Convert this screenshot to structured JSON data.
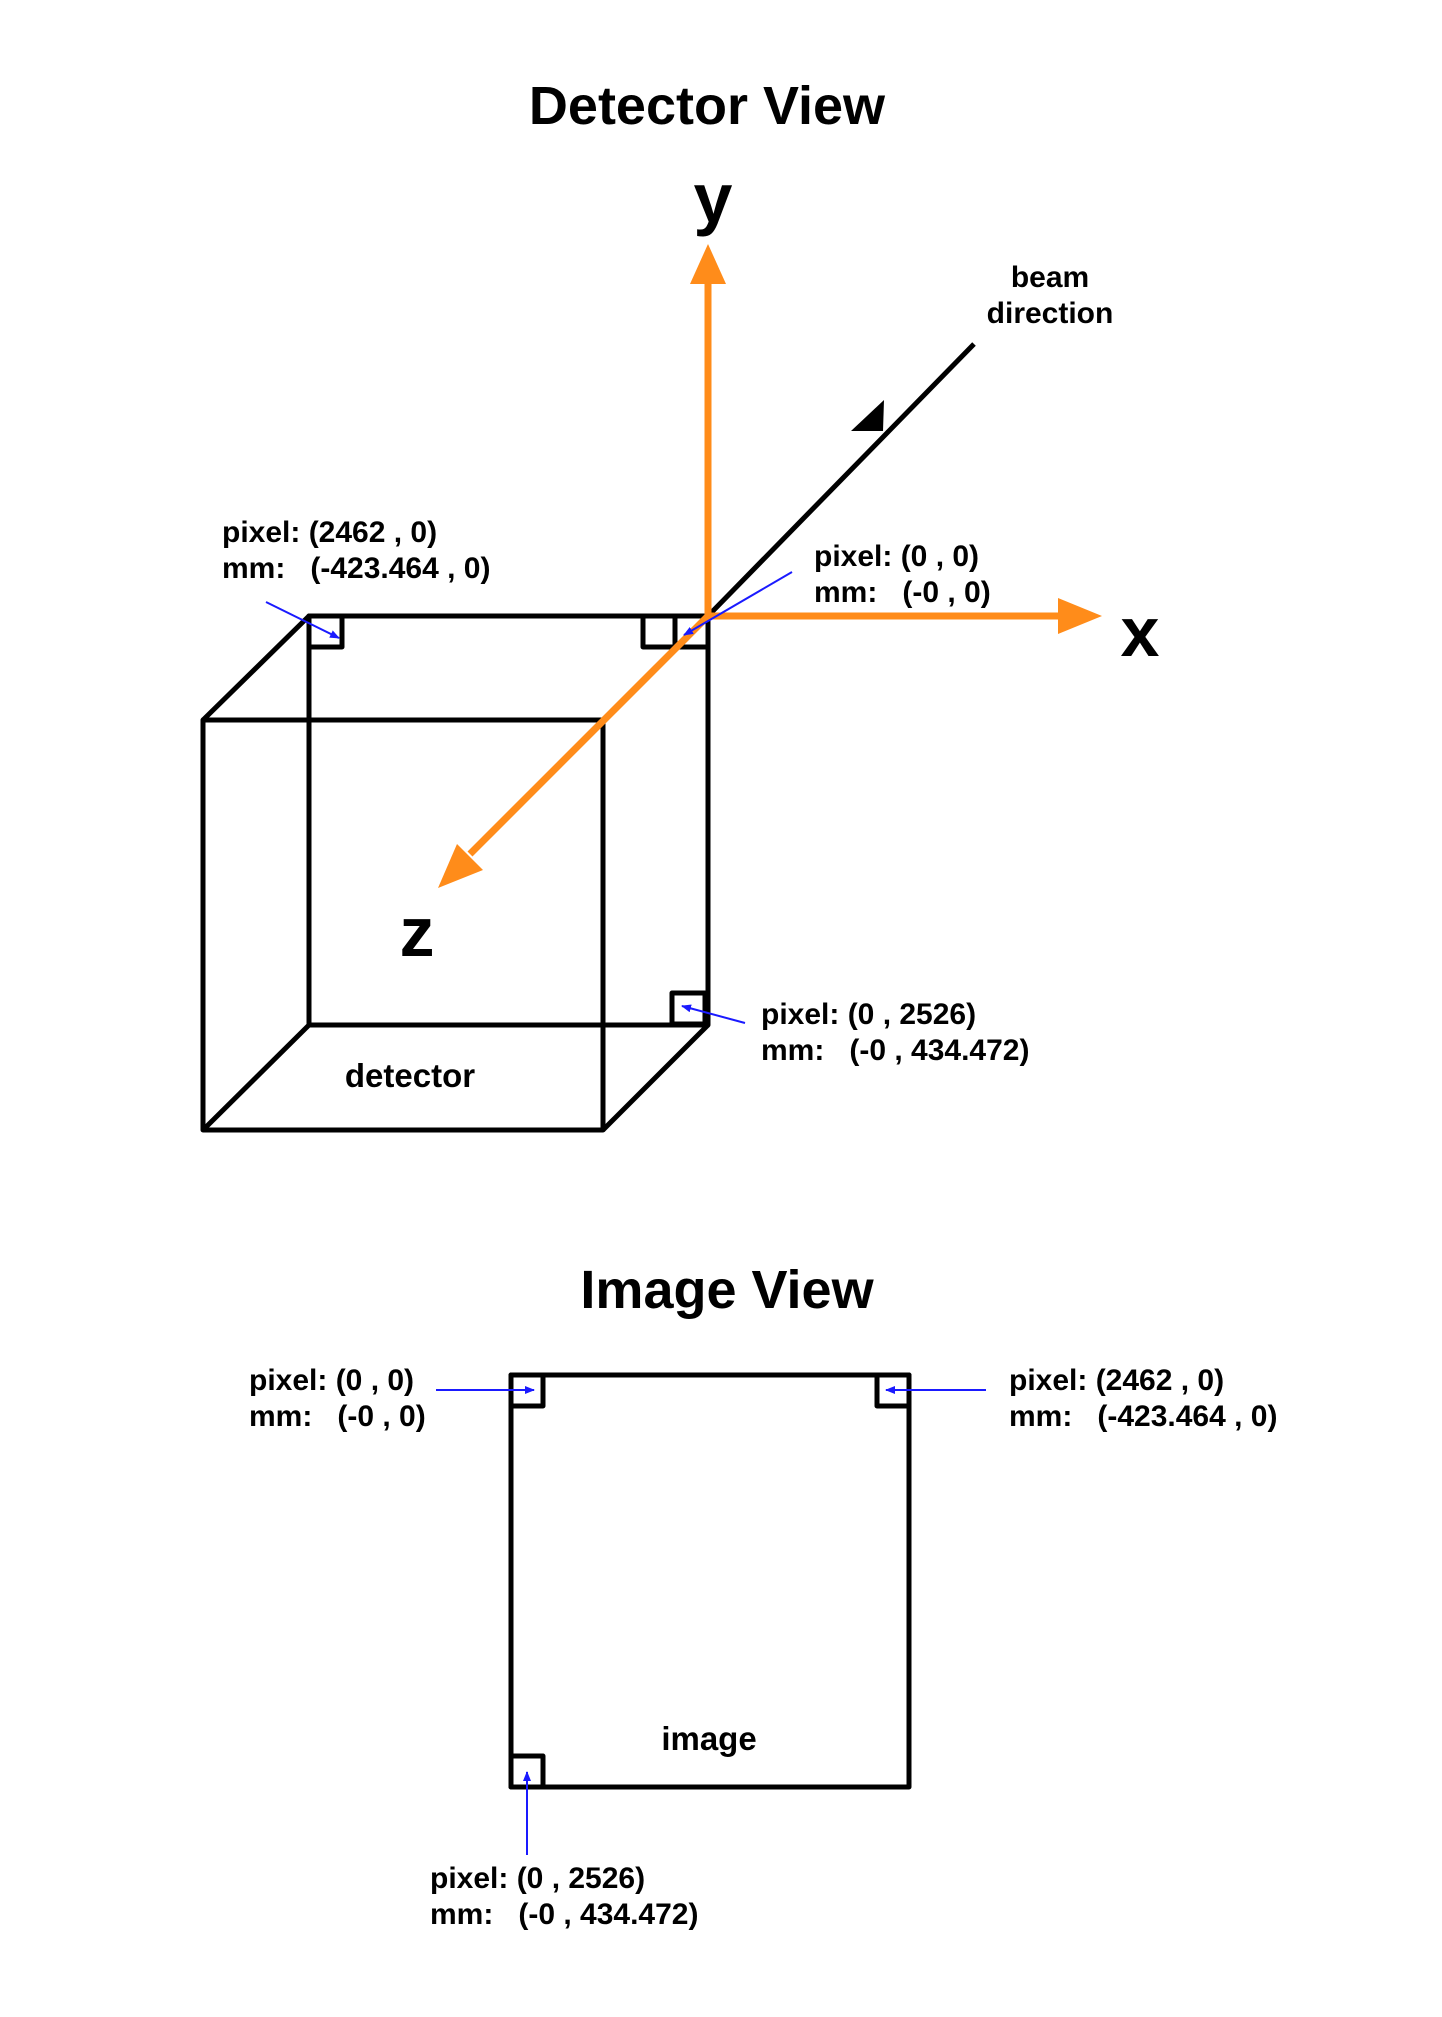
{
  "detector_view": {
    "title": "Detector View",
    "axes": {
      "x": "x",
      "y": "y",
      "z": "z"
    },
    "beam_label": [
      "beam",
      "direction"
    ],
    "detector_label": "detector",
    "annotations": {
      "top_left": {
        "pixel": "pixel: (2462 , 0)",
        "mm": "mm:   (-423.464 , 0)"
      },
      "origin": {
        "pixel": "pixel: (0 , 0)",
        "mm": "mm:   (-0 , 0)"
      },
      "bottom_right": {
        "pixel": "pixel: (0 , 2526)",
        "mm": "mm:   (-0 , 434.472)"
      }
    }
  },
  "image_view": {
    "title": "Image View",
    "image_label": "image",
    "annotations": {
      "top_left": {
        "pixel": "pixel: (0 , 0)",
        "mm": "mm:   (-0 , 0)"
      },
      "top_right": {
        "pixel": "pixel: (2462 , 0)",
        "mm": "mm:   (-423.464 , 0)"
      },
      "bottom_left": {
        "pixel": "pixel: (0 , 2526)",
        "mm": "mm:   (-0 , 434.472)"
      }
    }
  },
  "colors": {
    "axis": "#ff8c1a",
    "pointer": "#1a1aff",
    "line": "#000000"
  }
}
